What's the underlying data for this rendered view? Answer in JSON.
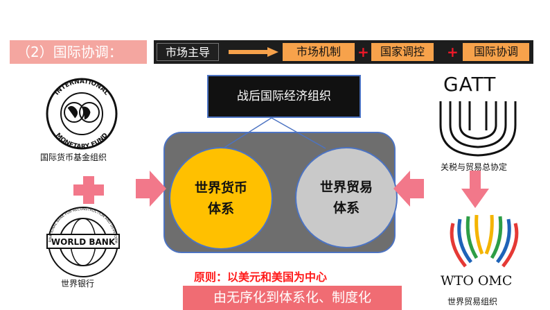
{
  "header": {
    "section_title": "（2）国际协调：",
    "flow_start": "市场主导",
    "flow_items": [
      "市场机制",
      "国家调控",
      "国际协调"
    ],
    "plus": "+"
  },
  "center": {
    "top_box": "战后国际经济组织",
    "monetary_line1": "世界货币",
    "monetary_line2": "体系",
    "trade_line1": "世界贸易",
    "trade_line2": "体系"
  },
  "bottom": {
    "principle": "原则：以美元和美国为中心",
    "trend": "由无序化到体系化、制度化"
  },
  "left": {
    "imf_caption": "国际货币基金组织",
    "imf_ring_top": "INTERNATIONAL",
    "imf_ring_bottom": "MONETARY FUND",
    "wb_caption": "世界银行",
    "wb_logo_text": "WORLD BANK",
    "wb_ring_text": "INTERNATIONAL BANK FOR RECONSTRUCTION AND DEVELOPMENT"
  },
  "right": {
    "gatt_word": "GATT",
    "gatt_caption": "关税与贸易总协定",
    "wto_word": "WTO  OMC",
    "wto_caption": "世界贸易组织"
  },
  "colors": {
    "title_bg": "#f4a6a0",
    "flow_orange": "#f7a24b",
    "monetary": "#ffc000",
    "trade": "#c9c9c9",
    "panel": "#6e6e6e",
    "accent_pink": "#f06c73",
    "principle_red": "#ff1a1a"
  }
}
